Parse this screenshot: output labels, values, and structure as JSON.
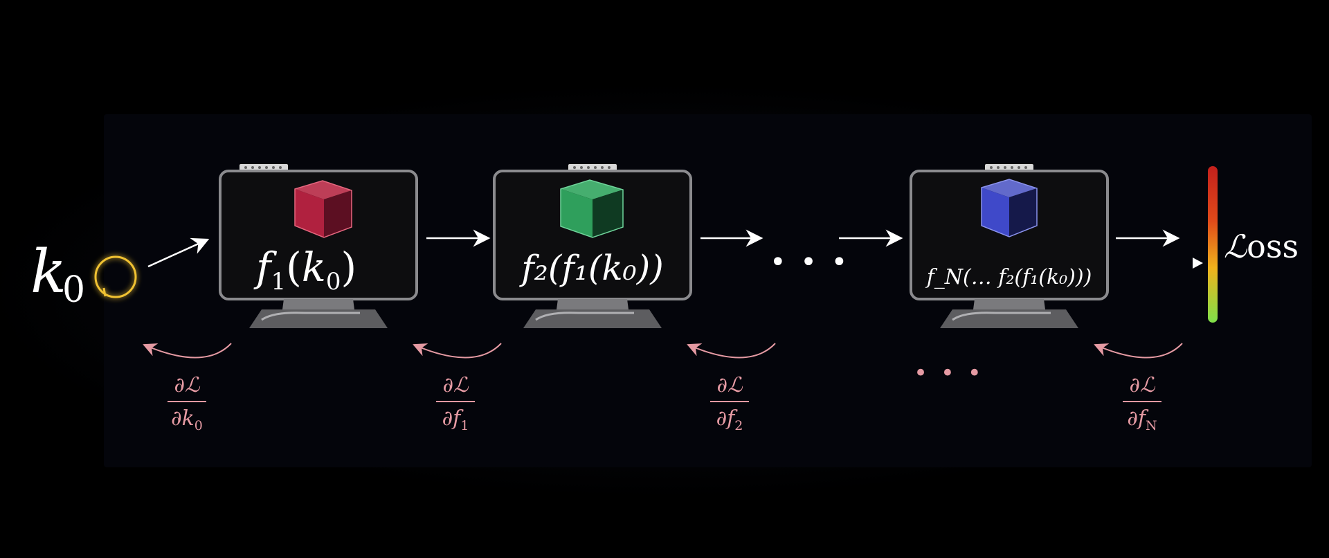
{
  "input": {
    "var": "k",
    "sub": "0"
  },
  "dots_forward": "• • •",
  "dots_backward": "• • •",
  "loss": {
    "script": "ℒ",
    "rest": "oss"
  },
  "monitors": [
    {
      "label": "f",
      "sub": "1",
      "arg_open": "(",
      "arg_var": "k",
      "arg_sub": "0",
      "arg_close": ")",
      "cube_color": "#b0213f"
    },
    {
      "label": "f",
      "sub": "2",
      "cube_color": "#2f9f5c"
    },
    {
      "label": "f",
      "sub": "N",
      "cube_color": "#3f49c9"
    }
  ],
  "labels": {
    "m2_text": "f₂(f₁(k₀))",
    "m3_text": "f_N(… f₂(f₁(k₀)))"
  },
  "gradients": [
    {
      "num": "∂ℒ",
      "den_d": "∂",
      "den_var": "k",
      "den_sub": "0"
    },
    {
      "num": "∂ℒ",
      "den_d": "∂",
      "den_var": "f",
      "den_sub": "1"
    },
    {
      "num": "∂ℒ",
      "den_d": "∂",
      "den_var": "f",
      "den_sub": "2"
    },
    {
      "num": "∂ℒ",
      "den_d": "∂",
      "den_var": "f",
      "den_sub": "N"
    }
  ],
  "colors": {
    "accent_circle": "#f1c232",
    "gradient_arrow": "#e59aa3",
    "loss_bar_top": "#d42a1a",
    "loss_bar_bottom": "#7fe04a"
  }
}
